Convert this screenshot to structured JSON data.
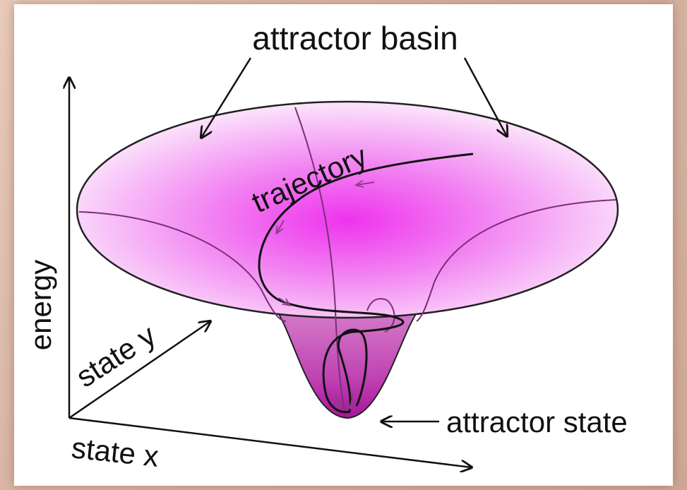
{
  "diagram": {
    "labels": {
      "basin": "attractor basin",
      "trajectory": "trajectory",
      "state": "attractor state",
      "energy": "energy",
      "state_x": "state x",
      "state_y": "state y"
    },
    "colors": {
      "basin_center": "#ee33ee",
      "basin_mid": "#f4a0f4",
      "basin_edge": "#fbe6fb",
      "well_top": "#d47bc9",
      "well_bottom": "#a8159c",
      "stroke": "#111111",
      "background": "#ffffff",
      "border": "#dcb9a7"
    }
  }
}
